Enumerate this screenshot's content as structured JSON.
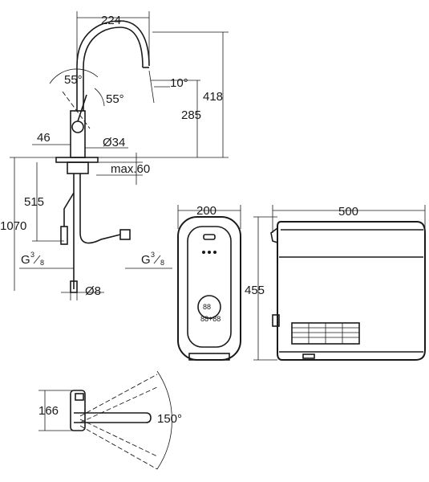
{
  "drawing": {
    "faucet_side": {
      "width": "224",
      "height_total": "418",
      "height_to_spout": "285",
      "angle_left": "55°",
      "angle_lever": "55°",
      "angle_spout": "10°",
      "base_offset": "46",
      "diameter": "Ø34",
      "max_thickness": "max.60",
      "hose_length": "1070",
      "hose_mid": "515",
      "thread_left": {
        "main": "G",
        "num": "3",
        "den": "8"
      },
      "thread_right": {
        "main": "G",
        "num": "3",
        "den": "8"
      },
      "pipe_diameter": "Ø8"
    },
    "boiler_front": {
      "width": "200",
      "display_label": "88",
      "button_label": "88+88"
    },
    "boiler_side": {
      "width": "500",
      "height": "455"
    },
    "top_view": {
      "depth": "166",
      "rotation": "150°"
    }
  }
}
